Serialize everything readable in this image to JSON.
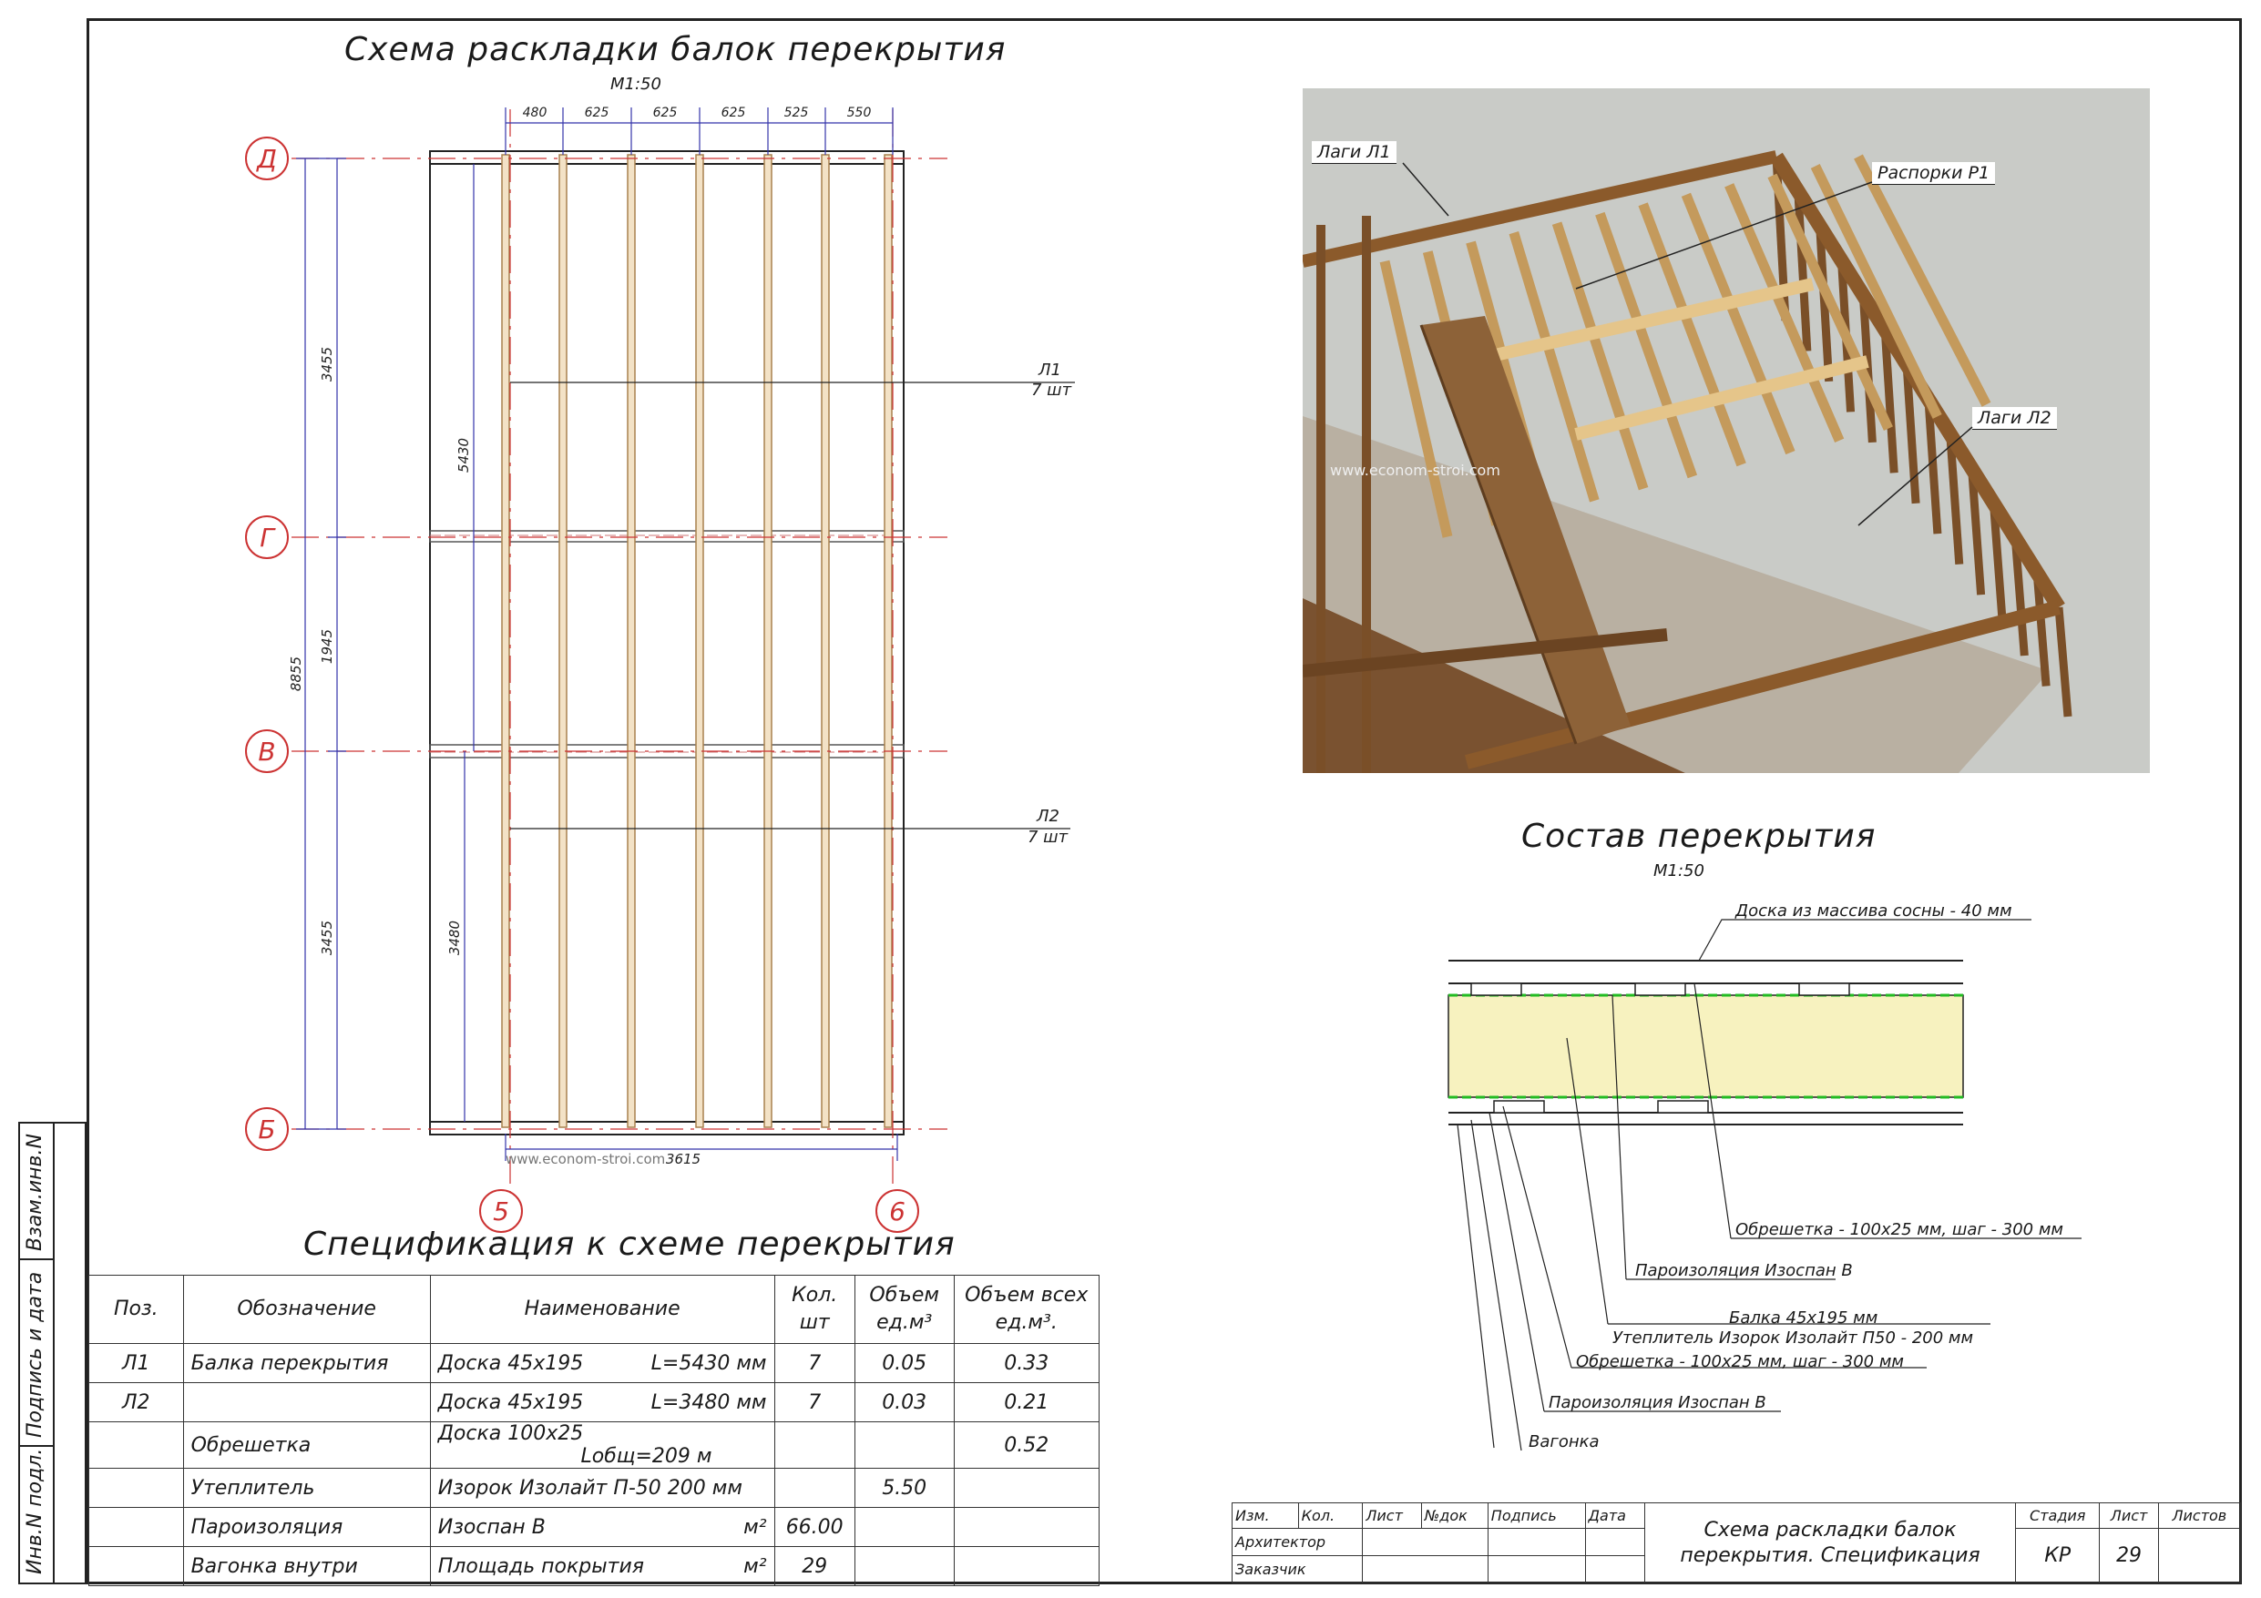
{
  "plan": {
    "title": "Схема раскладки балок перекрытия",
    "scale": "М1:50",
    "top_dims": [
      "480",
      "625",
      "625",
      "625",
      "525",
      "550"
    ],
    "axes_rows": [
      "Д",
      "Г",
      "В",
      "Б"
    ],
    "axes_cols": [
      "5",
      "6"
    ],
    "dim_left": [
      "3455",
      "1945",
      "3455"
    ],
    "dim_total": "8855",
    "dim_inner": [
      "5430",
      "3480"
    ],
    "dim_bottom": "3615",
    "watermark": "www.econom-stroi.com",
    "leader1": {
      "mark": "Л1",
      "qty": "7 шт"
    },
    "leader2": {
      "mark": "Л2",
      "qty": "7 шт"
    }
  },
  "view3d": {
    "callouts": {
      "l1": "Лаги Л1",
      "p1": "Распорки Р1",
      "l2": "Лаги Л2"
    },
    "watermark": "www.econom-stroi.com"
  },
  "section": {
    "title": "Состав перекрытия",
    "scale": "М1:50",
    "layers": {
      "board": "Доска из массива сосны - 40 мм",
      "lath_top": "Обрешетка - 100х25 мм, шаг - 300 мм",
      "vapor_top": "Пароизоляция Изоспан В",
      "beam": "Балка 45х195 мм",
      "insul": "Утеплитель Изорок Изолайт П50 - 200 мм",
      "lath_bot": "Обрешетка - 100х25 мм, шаг - 300 мм",
      "vapor_bot": "Пароизоляция Изоспан В",
      "lining": "Вагонка"
    }
  },
  "spec": {
    "title": "Спецификация к схеме перекрытия",
    "head": {
      "pos": "Поз.",
      "code": "Обозначение",
      "name": "Наименование",
      "qty1": "Кол.",
      "qty2": "шт",
      "vol1": "Объем",
      "vol2": "ед.м³",
      "tot1": "Объем всех",
      "tot2": "ед.м³."
    },
    "rows": [
      {
        "pos": "Л1",
        "code": "Балка перекрытия",
        "name": "Доска 45х195",
        "extra": "L=5430 мм",
        "qty": "7",
        "vol": "0.05",
        "tot": "0.33"
      },
      {
        "pos": "Л2",
        "code": "",
        "name": "Доска 45х195",
        "extra": "L=3480 мм",
        "qty": "7",
        "vol": "0.03",
        "tot": "0.21"
      },
      {
        "pos": "",
        "code": "Обрешетка",
        "name": "Доска 100х25",
        "extra": "Lобщ=209 м",
        "qty": "",
        "vol": "",
        "tot": "0.52"
      },
      {
        "pos": "",
        "code": "Утеплитель",
        "name": "Изорок Изолайт П-50 200 мм",
        "extra": "",
        "qty": "",
        "vol": "5.50",
        "tot": ""
      },
      {
        "pos": "",
        "code": "Пароизоляция",
        "name": "Изоспан В",
        "extra": "м²",
        "qty": "66.00",
        "vol": "",
        "tot": ""
      },
      {
        "pos": "",
        "code": "Вагонка внутри",
        "name": "Площадь покрытия",
        "extra": "м²",
        "qty": "29",
        "vol": "",
        "tot": ""
      }
    ]
  },
  "side": {
    "s1": "Взам.инв.N",
    "s2": "Подпись и дата",
    "s3": "Инв.N подл."
  },
  "titleblock": {
    "h_izm": "Изм.",
    "h_kol": "Кол.",
    "h_list": "Лист",
    "h_ndok": "№док",
    "h_podp": "Подпись",
    "h_data": "Дата",
    "arch": "Архитектор",
    "client": "Заказчик",
    "name": "Схема раскладки балок перекрытия. Спецификация",
    "h_stage": "Стадия",
    "h_sheet": "Лист",
    "h_sheets": "Листов",
    "stage": "КР",
    "sheet": "29",
    "sheets": ""
  }
}
